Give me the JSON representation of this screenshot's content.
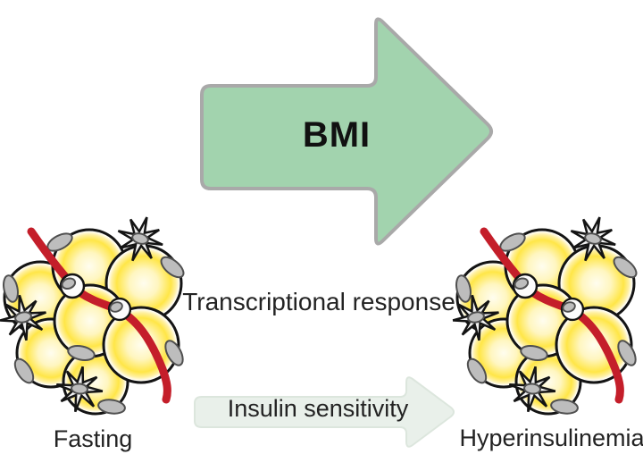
{
  "figure": {
    "title": "Adipose tissue response diagram",
    "background": "#ffffff",
    "labels": {
      "bmi": "BMI",
      "transcriptional_response": "Transcriptional response",
      "insulin_sensitivity": "Insulin sensitivity",
      "fasting": "Fasting",
      "hyperinsulinemia": "Hyperinsulinemia"
    },
    "colors": {
      "bmi_arrow_fill": "#a2d3ae",
      "bmi_arrow_stroke": "#a9a9a9",
      "insulin_arrow_fill": "#e9f0ea",
      "insulin_arrow_stroke": "#dce6dd",
      "vessel_red": "#c41e2a",
      "adipocyte_yellow": "#ffe647",
      "nucleus_gray": "#bdbdbd",
      "text": "#232323"
    },
    "icons": [
      {
        "name": "bmi-arrow-icon",
        "meaning": "large right arrow representing increasing BMI"
      },
      {
        "name": "insulin-arrow-icon",
        "meaning": "pale right arrow representing insulin sensitivity gradient"
      },
      {
        "name": "adipocyte-cluster-left-icon",
        "meaning": "fat cell cluster with blood vessel and immune cells (fasting state)"
      },
      {
        "name": "adipocyte-cluster-right-icon",
        "meaning": "fat cell cluster with blood vessel and immune cells (hyperinsulinemia state)"
      }
    ]
  }
}
